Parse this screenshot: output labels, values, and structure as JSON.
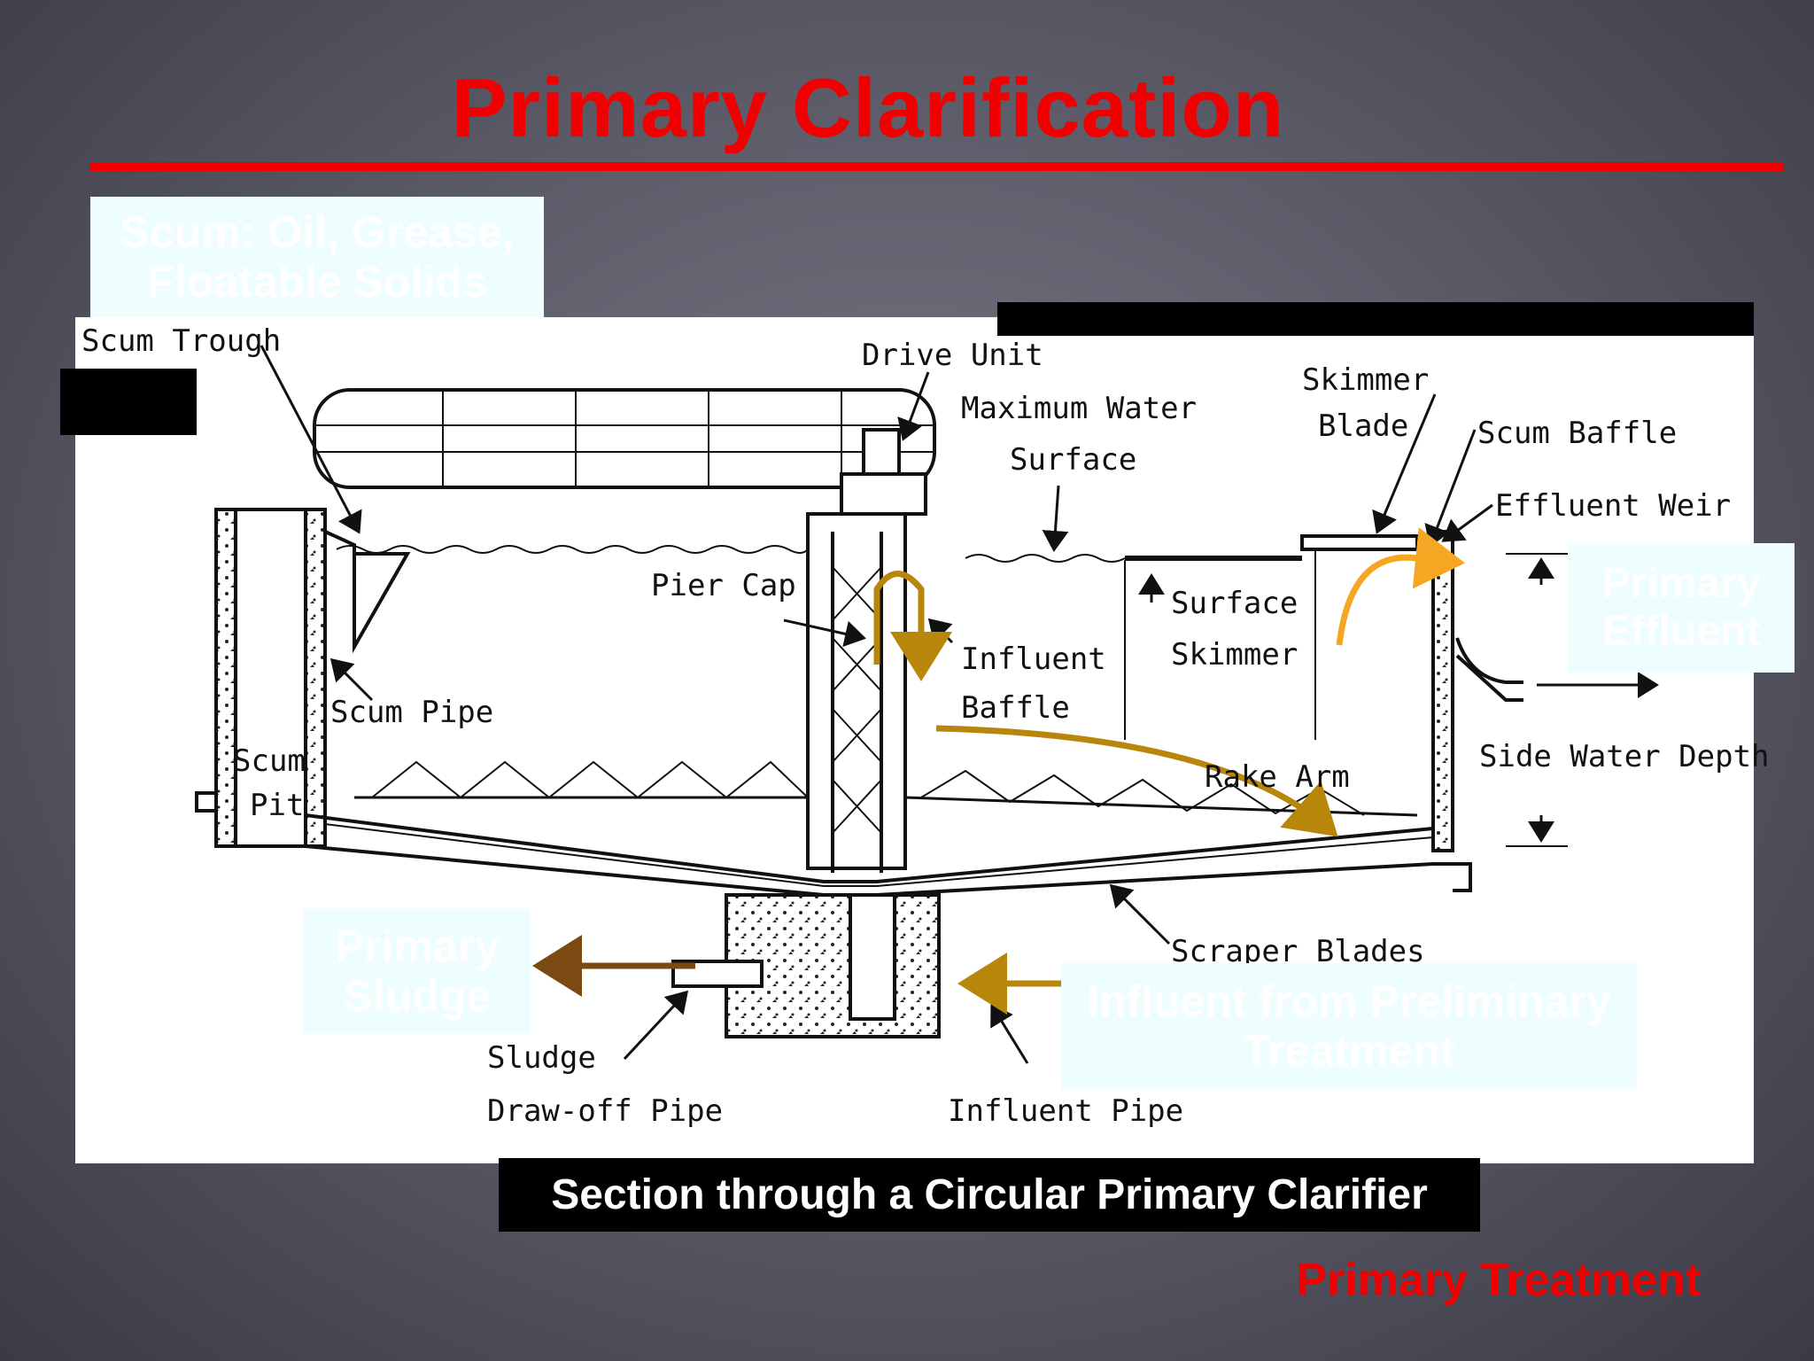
{
  "slide": {
    "title": "Primary Clarification",
    "footer": "Primary Treatment",
    "caption": "Section through a Circular Primary Clarifier"
  },
  "overlay_labels": {
    "scum": "Scum: Oil, Grease, Floatable Solids",
    "primary_effluent": "Primary Effluent",
    "primary_sludge": "Primary Sludge",
    "influent": "Influent from Preliminary Treatment"
  },
  "diagram_labels": {
    "scum_trough": "Scum Trough",
    "drive_unit": "Drive Unit",
    "max_water_1": "Maximum Water",
    "max_water_2": "Surface",
    "skimmer_blade_1": "Skimmer",
    "skimmer_blade_2": "Blade",
    "scum_baffle": "Scum Baffle",
    "effluent_weir": "Effluent Weir",
    "pier_cap": "Pier Cap",
    "surface_skimmer_1": "Surface",
    "surface_skimmer_2": "Skimmer",
    "influent_baffle_1": "Influent",
    "influent_baffle_2": "Baffle",
    "scum_pipe": "Scum Pipe",
    "scum_pit_1": "Scum",
    "scum_pit_2": "Pit",
    "side_water_depth": "Side Water Depth",
    "rake_arm": "Rake Arm",
    "scraper_blades": "Scraper Blades",
    "sludge_drawoff_1": "Sludge",
    "sludge_drawoff_2": "Draw-off Pipe",
    "influent_pipe": "Influent Pipe"
  },
  "colors": {
    "title_red": "#f00000",
    "flow_orange": "#f5a623",
    "flow_gold": "#b8860b",
    "flow_brown": "#7a4a12"
  }
}
